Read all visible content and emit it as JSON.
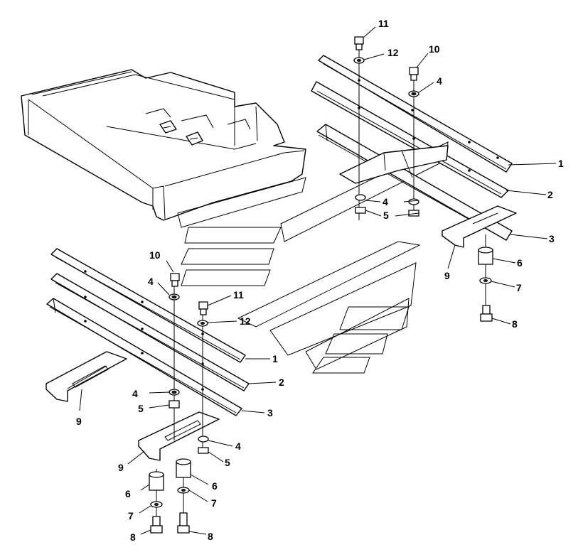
{
  "diagram": {
    "callouts": {
      "upper_right": {
        "c11": "11",
        "c12": "12",
        "c10": "10",
        "c4a": "4",
        "c1": "1",
        "c2": "2",
        "c3": "3",
        "c4b": "4",
        "c5": "5",
        "c6": "6",
        "c7": "7",
        "c8": "8",
        "c9": "9"
      },
      "lower_left": {
        "c10": "10",
        "c4a": "4",
        "c11": "11",
        "c12": "12",
        "c1": "1",
        "c2": "2",
        "c3": "3",
        "c4b": "4",
        "c5a": "5",
        "c9a": "9",
        "c9b": "9",
        "c4c": "4",
        "c5b": "5",
        "c6a": "6",
        "c6b": "6",
        "c7a": "7",
        "c7b": "7",
        "c8a": "8",
        "c8b": "8"
      }
    }
  }
}
